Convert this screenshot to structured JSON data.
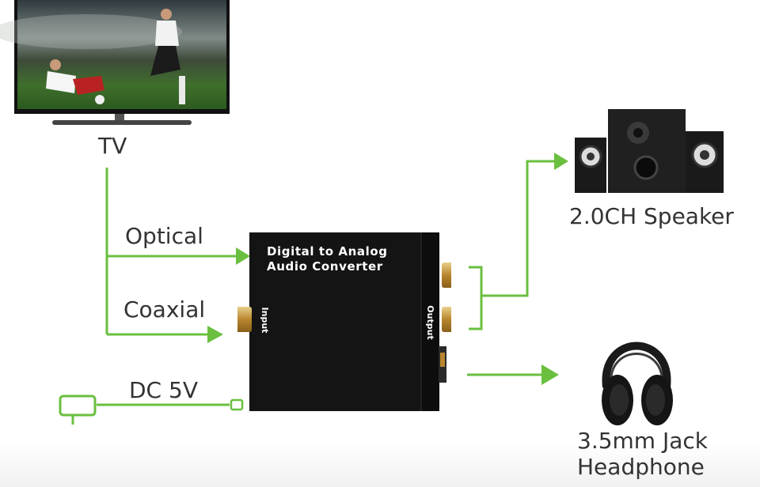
{
  "diagram": {
    "tv": {
      "label": "TV",
      "icon": "tv-icon"
    },
    "inputs": {
      "optical_label": "Optical",
      "coaxial_label": "Coaxial",
      "power_label": "DC 5V"
    },
    "converter": {
      "title_line1": "Digital to Analog",
      "title_line2": "Audio Converter",
      "input_label": "Input",
      "output_label": "Output"
    },
    "outputs": {
      "speaker_label": "2.0CH Speaker",
      "headphone_label_line1": "3.5mm Jack",
      "headphone_label_line2": "Headphone"
    },
    "colors": {
      "connector": "#6abf3f",
      "device_body": "#141414",
      "gold_jack": "#c9a24a",
      "label_text": "#333333"
    }
  }
}
